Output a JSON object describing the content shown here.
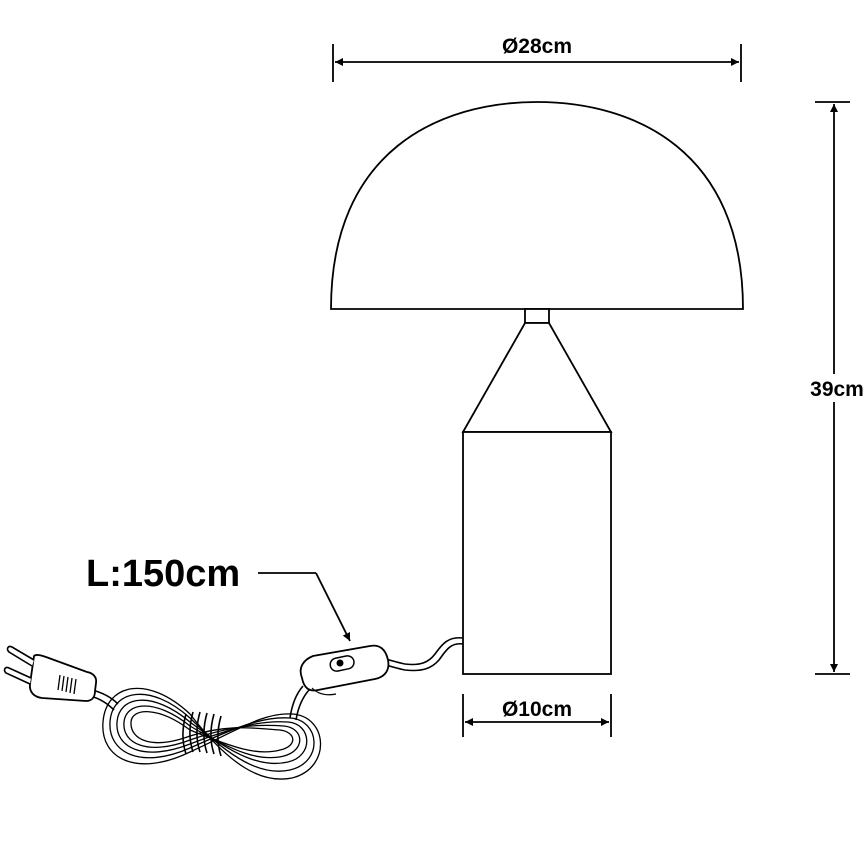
{
  "dimensions": {
    "shade_diameter": "Ø28cm",
    "height": "39cm",
    "base_diameter": "Ø10cm",
    "cord_length": "L:150cm"
  },
  "colors": {
    "line": "#000000",
    "background": "#ffffff"
  }
}
